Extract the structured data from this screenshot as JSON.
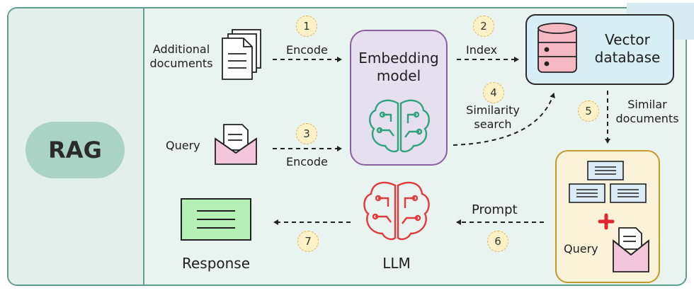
{
  "rag_label": "RAG",
  "additional_documents_label": "Additional\ndocuments",
  "query_label": "Query",
  "encode_label_1": "Encode",
  "encode_label_2": "Encode",
  "index_label": "Index",
  "similarity_search_label": "Similarity\nsearch",
  "similar_documents_label": "Similar\ndocuments",
  "embedding_model_label": "Embedding\nmodel",
  "vector_database_label": "Vector\ndatabase",
  "combined_query_label": "Query",
  "prompt_label": "Prompt",
  "llm_label": "LLM",
  "response_label": "Response",
  "steps": [
    "1",
    "2",
    "3",
    "4",
    "5",
    "6",
    "7"
  ],
  "colors": {
    "frame_border": "#5f9f8e",
    "frame_fill": "#e9f3ef",
    "rag_pill": "#a8d3c5",
    "embedding_border": "#8a5fa0",
    "embedding_fill": "#e6dff0",
    "embedding_icon": "#2fa37a",
    "vector_db_fill": "#d7eef5",
    "database_icon": "#f6b8c3",
    "combo_border": "#c49a2b",
    "combo_fill": "#fbf3d9",
    "llm_icon": "#e23a3a",
    "response_fill": "#b5f0b5",
    "step_badge": "#fdf1c8",
    "plus": "#e2262f"
  },
  "icons": [
    "document-stack-icon",
    "query-envelope-icon",
    "brain-circuit-icon",
    "database-icon",
    "document-card-icon",
    "plus-icon",
    "llm-brain-icon",
    "response-document-icon"
  ]
}
